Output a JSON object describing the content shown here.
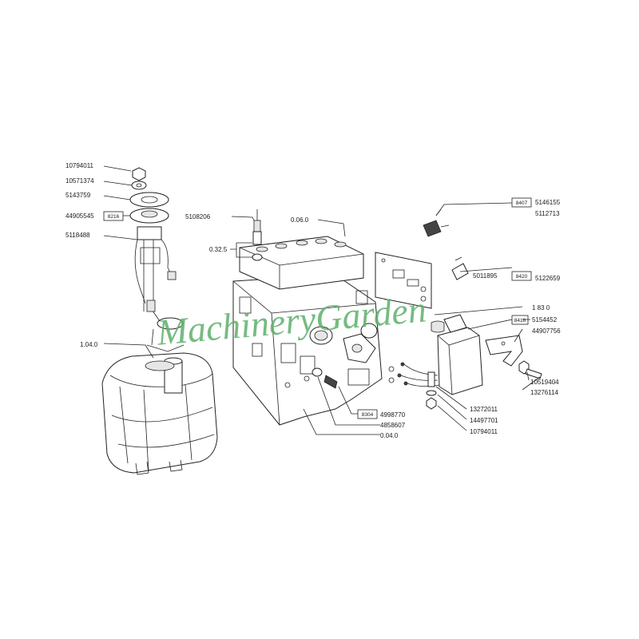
{
  "labels": {
    "p10794011_top": "10794011",
    "p10571374": "10571374",
    "p5143759": "5143759",
    "p44905545": "44905545",
    "box8216": "8216",
    "p5118488": "5118488",
    "p5108206": "5108206",
    "p0_06_0": "0.06.0",
    "p0_32_5": "0.32.5",
    "box8407": "8407",
    "p5146155": "5146155",
    "p5112713": "5112713",
    "p5011895": "5011895",
    "box8420": "8420",
    "p5122659": "5122659",
    "p1_83_0": "1 83 0",
    "box8416": "8416",
    "p5154452": "5154452",
    "p44907756": "44907756",
    "p1_04_0": "1.04.0",
    "p10519404": "10519404",
    "p13276114": "13276114",
    "p13272011": "13272011",
    "p14497701": "14497701",
    "p10794011_bottom": "10794011",
    "box8304": "8304",
    "p4998770": "4998770",
    "p4858607": "4858607",
    "p0_04_0": "0.04.0"
  },
  "watermark": "MachineryGarden",
  "colors": {
    "watermark": "#5fb06c",
    "line": "#222222"
  }
}
